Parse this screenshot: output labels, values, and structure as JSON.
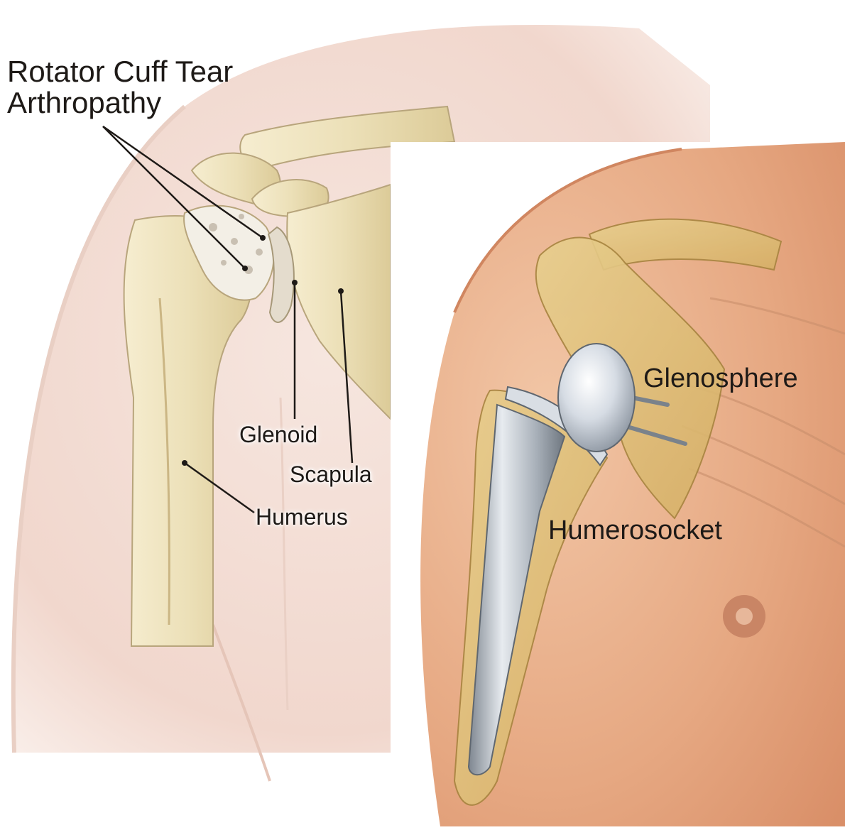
{
  "left_panel": {
    "title_line1": "Rotator Cuff Tear",
    "title_line2": "Arthropathy",
    "labels": {
      "glenoid": "Glenoid",
      "scapula": "Scapula",
      "humerus": "Humerus"
    }
  },
  "right_panel": {
    "labels": {
      "glenosphere": "Glenosphere",
      "humerosocket": "Humerosocket"
    }
  },
  "colors": {
    "skin_light": "#f3dfd7",
    "skin_right": "#eab08c",
    "bone": "#ece0b8",
    "bone_outline": "#b8a57c",
    "implant": "#c4cad2",
    "label_text": "#1e1a17"
  }
}
